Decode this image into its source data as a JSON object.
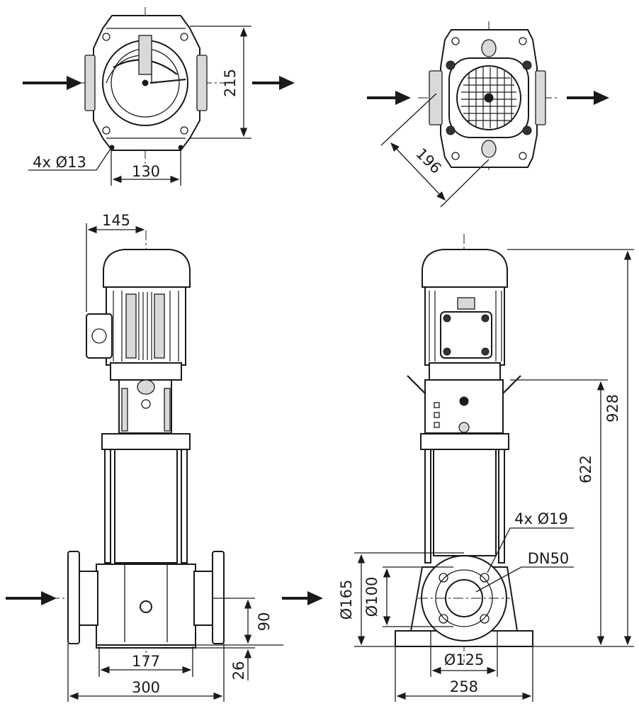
{
  "dimensions": {
    "top_left_height": "215",
    "top_left_bolt_width": "130",
    "top_left_holes": "4x Ø13",
    "top_right_diagonal": "196",
    "side_motor_offset": "145",
    "side_base_inner": "177",
    "side_base_outer": "300",
    "side_port_height": "90",
    "side_base_height": "26",
    "front_holes": "4x Ø19",
    "front_nominal_diameter": "DN50",
    "front_flange_outer": "Ø165",
    "front_flange_bolt_circle": "Ø100",
    "front_flange_inner": "Ø125",
    "front_base_width": "258",
    "front_port_height": "622",
    "front_total_height": "928"
  }
}
